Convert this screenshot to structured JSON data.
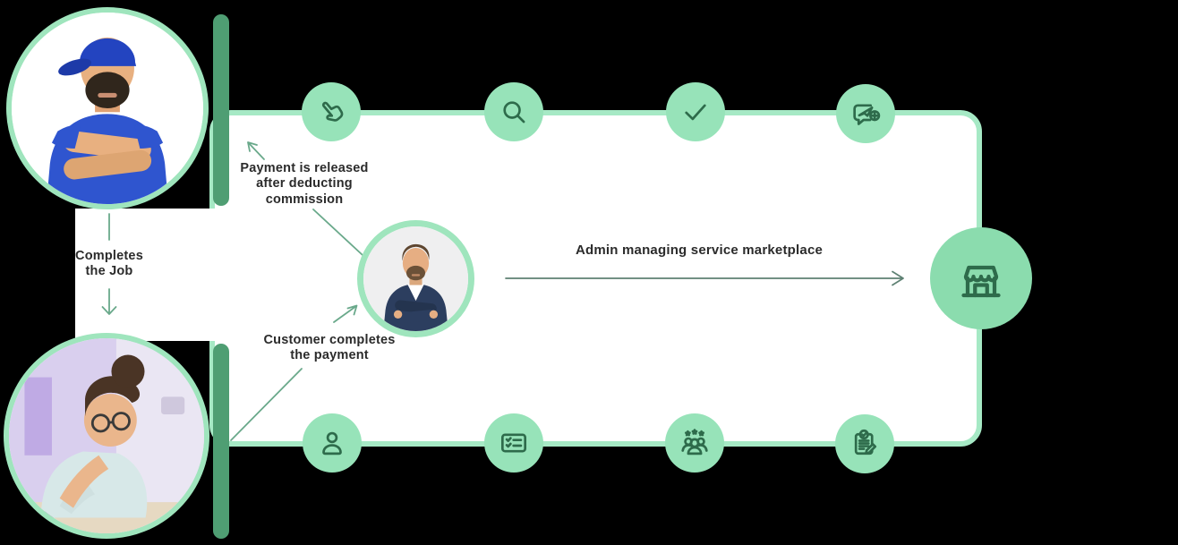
{
  "colors": {
    "background": "#000000",
    "panel_bg": "#ffffff",
    "panel_border": "#a6e9c5",
    "icon_circle": "#97e3b9",
    "marketplace_circle": "#8bdcae",
    "accent_bar": "#4f9e73",
    "icon_stroke": "#2e6b4b",
    "label_text": "#2b2b2b",
    "connector_green": "#6aa98b",
    "connector_gray_green": "#5e8173"
  },
  "labels": {
    "payment_released": "Payment is released\nafter deducting\ncommission",
    "completes_job": "Completes\nthe Job",
    "customer_payment": "Customer completes\nthe payment",
    "admin_managing": "Admin managing service marketplace"
  },
  "photos": {
    "provider": "service provider in blue cap and shirt with crossed arms",
    "customer": "customer with glasses typing on a laptop",
    "admin": "admin in navy suit with crossed arms"
  },
  "icons": {
    "top": [
      "tap-select-icon",
      "search-icon",
      "check-icon",
      "post-request-icon"
    ],
    "bottom": [
      "profile-icon",
      "checklist-icon",
      "rated-team-icon",
      "contract-review-icon"
    ],
    "right": "storefront-icon"
  }
}
